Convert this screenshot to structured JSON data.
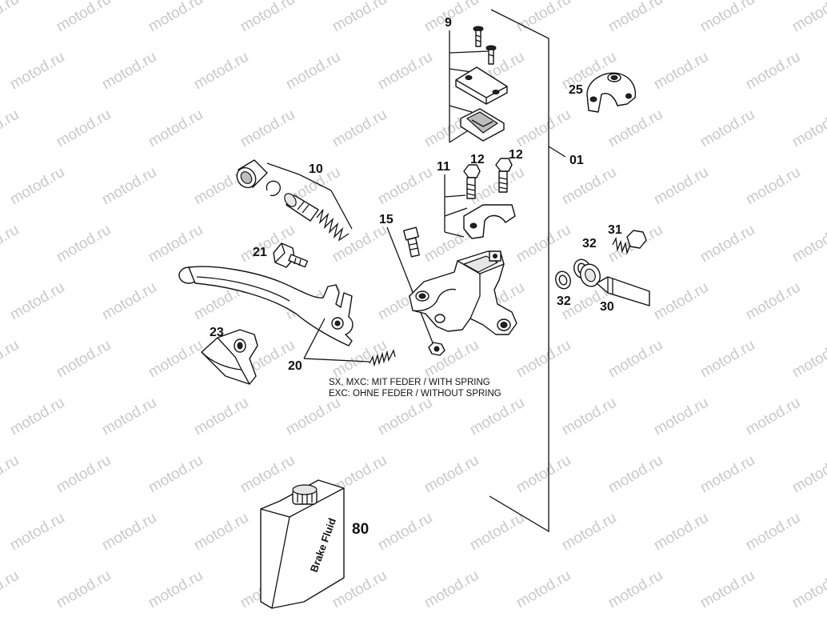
{
  "watermark": "motod.ru",
  "parts": {
    "p9": "9",
    "p25": "25",
    "p01": "01",
    "p10": "10",
    "p11": "11",
    "p12a": "12",
    "p12b": "12",
    "p15": "15",
    "p21": "21",
    "p31": "31",
    "p32a": "32",
    "p32b": "32",
    "p30": "30",
    "p23": "23",
    "p20": "20",
    "p80": "80"
  },
  "notes": {
    "with_spring": "SX, MXC: MIT FEDER / WITH SPRING",
    "without_spring": "EXC: OHNE FEDER / WITHOUT SPRING"
  },
  "bottle_label": "Brake Fluid"
}
